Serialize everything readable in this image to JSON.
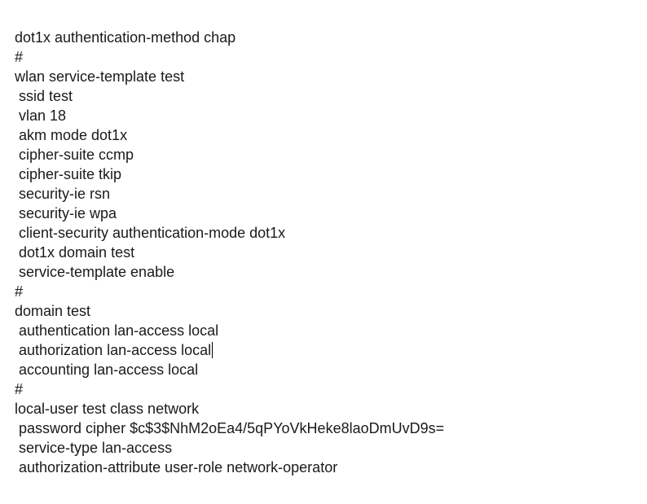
{
  "document": {
    "lines": [
      "dot1x authentication-method chap",
      "#",
      "wlan service-template test",
      " ssid test",
      " vlan 18",
      " akm mode dot1x",
      " cipher-suite ccmp",
      " cipher-suite tkip",
      " security-ie rsn",
      " security-ie wpa",
      " client-security authentication-mode dot1x",
      " dot1x domain test",
      " service-template enable",
      "#",
      "domain test",
      " authentication lan-access local",
      " authorization lan-access local",
      " accounting lan-access local",
      "#",
      "local-user test class network",
      " password cipher $c$3$NhM2oEa4/5qPYoVkHeke8laoDmUvD9s=",
      " service-type lan-access",
      " authorization-attribute user-role network-operator"
    ]
  }
}
